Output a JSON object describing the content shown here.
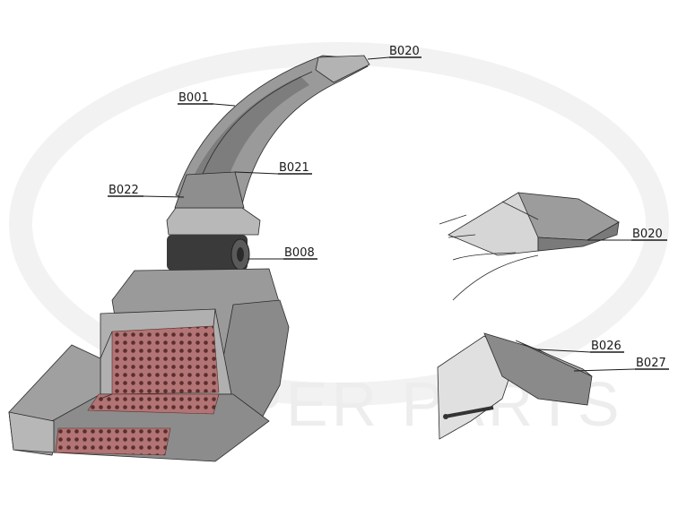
{
  "watermark": {
    "text": "CHOPPER PARTS"
  },
  "parts": {
    "b020_top": "B020",
    "b001": "B001",
    "b021": "B021",
    "b022": "B022",
    "b008": "B008",
    "b020_side": "B020",
    "b026": "B026",
    "b027": "B027"
  },
  "colors": {
    "body": "#9a9a9a",
    "body_dark": "#6f6f6f",
    "body_light": "#c4c4c4",
    "belt": "#a86a6a",
    "belt_dot": "#5a2e2e",
    "motor": "#3a3a3a"
  }
}
